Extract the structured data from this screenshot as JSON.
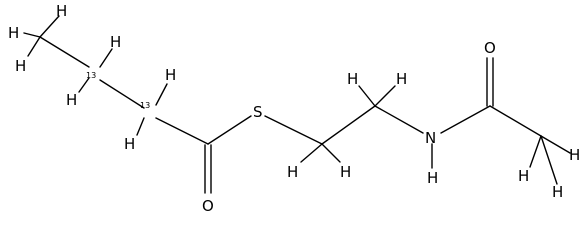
{
  "molecule": {
    "atoms": {
      "h_methyl_1": "H",
      "h_methyl_2": "H",
      "h_methyl_3": "H",
      "c13_label_1": "13",
      "c13_label_1_h_top": "H",
      "c13_label_1_h_left": "H",
      "c13_label_2": "13",
      "c13_label_2_h_top": "H",
      "c13_label_2_h_bottom": "H",
      "thioester_oxygen": "O",
      "sulfur": "S",
      "ch2_a_h_top": "H",
      "ch2_a_h_right": "H",
      "ch2_b_h_left": "H",
      "ch2_b_h_right": "H",
      "nitrogen": "N",
      "amide_h": "H",
      "amide_oxygen": "O",
      "acetyl_h_1": "H",
      "acetyl_h_2": "H",
      "acetyl_h_3": "H"
    }
  }
}
